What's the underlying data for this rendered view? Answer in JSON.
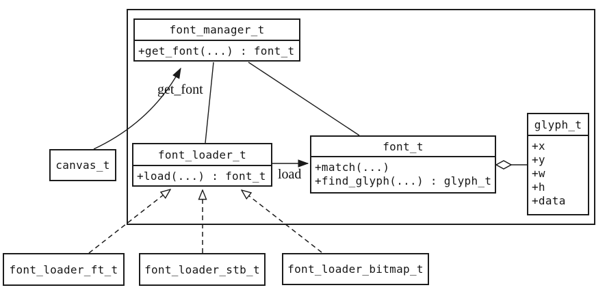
{
  "classes": {
    "font_manager": {
      "name": "font_manager_t",
      "members": [
        "+get_font(...) : font_t"
      ]
    },
    "font_loader": {
      "name": "font_loader_t",
      "members": [
        "+load(...) : font_t"
      ]
    },
    "font": {
      "name": "font_t",
      "members": [
        "+match(...)",
        "+find_glyph(...) : glyph_t"
      ]
    },
    "glyph": {
      "name": "glyph_t",
      "members": [
        "+x",
        "+y",
        "+w",
        "+h",
        "+data"
      ]
    },
    "canvas": {
      "name": "canvas_t"
    },
    "loader_ft": {
      "name": "font_loader_ft_t"
    },
    "loader_stb": {
      "name": "font_loader_stb_t"
    },
    "loader_bitmap": {
      "name": "font_loader_bitmap_t"
    }
  },
  "edges": [
    {
      "from": "canvas_t",
      "to": "font_manager_t",
      "type": "association-arrow",
      "label": "get_font"
    },
    {
      "from": "font_loader_t",
      "to": "font_manager_t",
      "type": "association",
      "label": ""
    },
    {
      "from": "font_t",
      "to": "font_manager_t",
      "type": "association",
      "label": ""
    },
    {
      "from": "font_loader_t",
      "to": "font_t",
      "type": "association-arrow",
      "label": "load"
    },
    {
      "from": "font_t",
      "to": "glyph_t",
      "type": "aggregation-diamond",
      "label": ""
    },
    {
      "from": "font_loader_ft_t",
      "to": "font_loader_t",
      "type": "generalization-dashed",
      "label": ""
    },
    {
      "from": "font_loader_stb_t",
      "to": "font_loader_t",
      "type": "generalization-dashed",
      "label": ""
    },
    {
      "from": "font_loader_bitmap_t",
      "to": "font_loader_t",
      "type": "generalization-dashed",
      "label": ""
    }
  ],
  "colors": {
    "line": "#1a1a1a",
    "background": "#ffffff",
    "box_fill": "#ffffff"
  }
}
